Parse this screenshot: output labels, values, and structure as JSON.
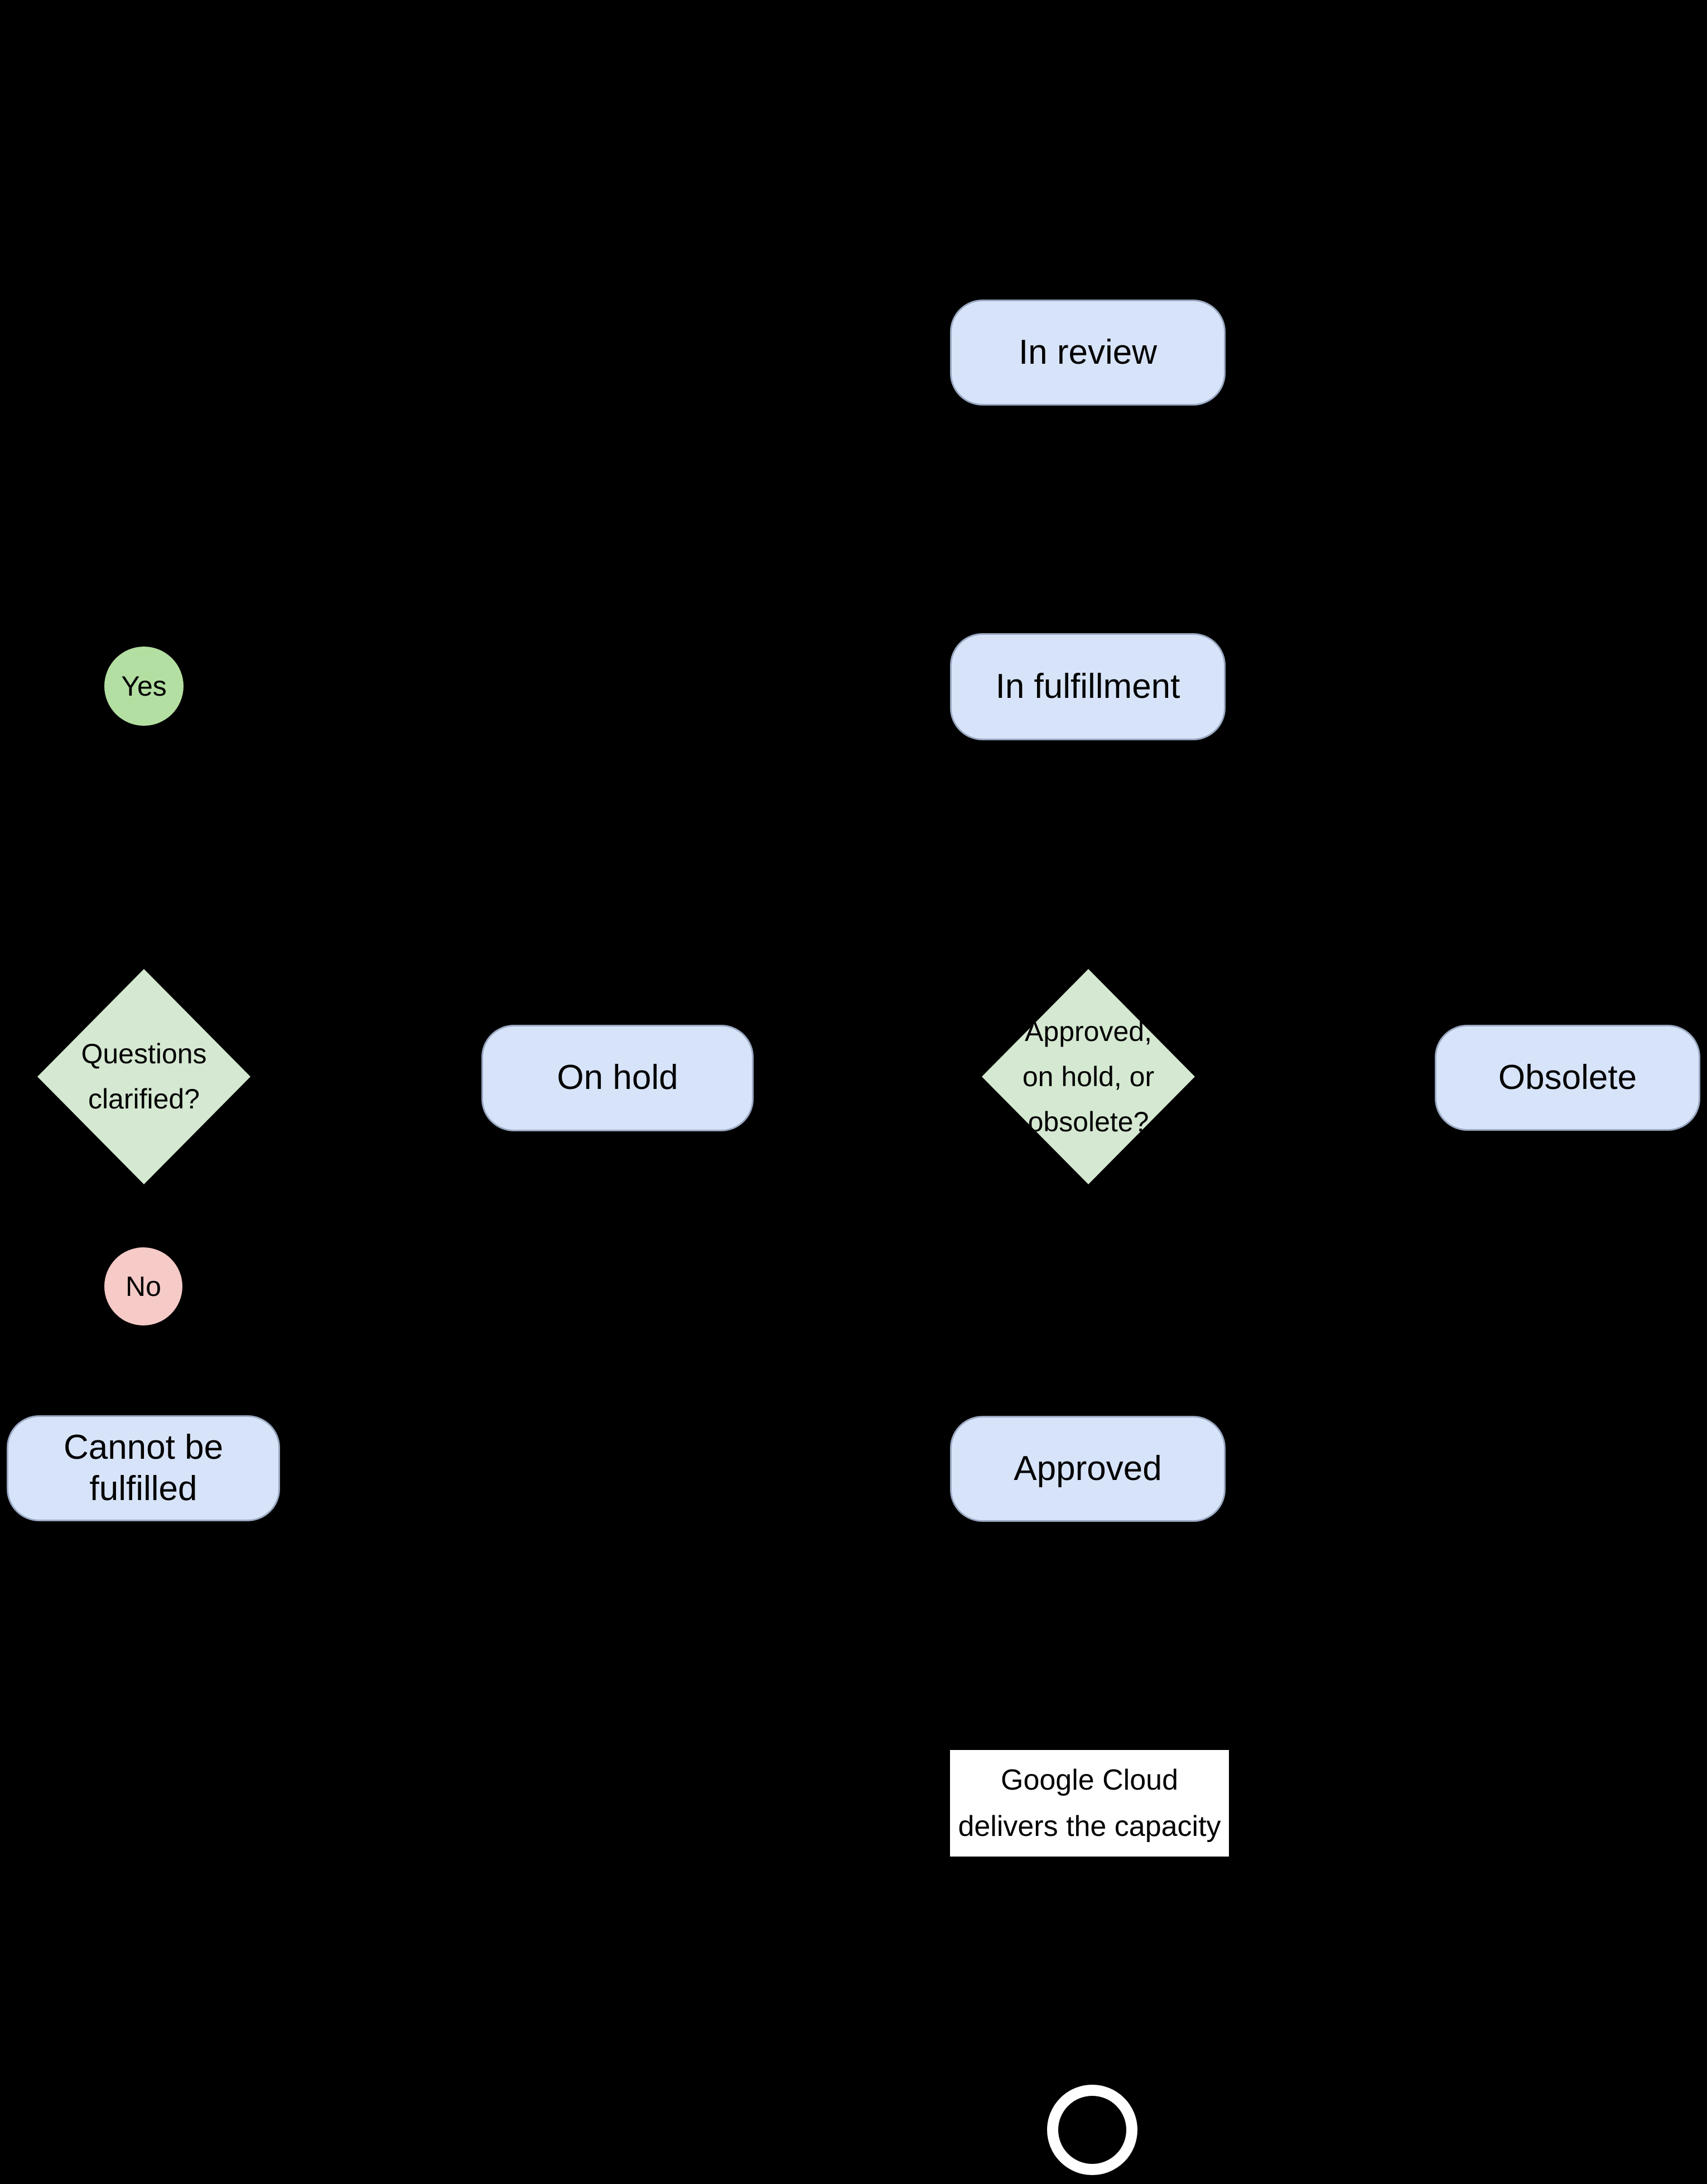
{
  "palette": {
    "background": "#000000",
    "state_box_fill": "#d7e3f8",
    "state_box_border": "#9aa9c2",
    "diamond_fill": "#d5e8d1",
    "yes_fill": "#b4dfa2",
    "no_fill": "#f5cac7",
    "process_box_fill": "#ffffff",
    "text": "#000000",
    "terminator_ring": "#ffffff"
  },
  "nodes": {
    "in_review": {
      "label": "In review"
    },
    "in_fulfillment": {
      "label": "In fulfillment"
    },
    "yes_badge": {
      "label": "Yes"
    },
    "questions_diamond": {
      "lines": [
        "Questions",
        "clarified?"
      ]
    },
    "on_hold": {
      "label": "On hold"
    },
    "decision_diamond": {
      "lines": [
        "Approved,",
        "on hold, or",
        "obsolete?"
      ]
    },
    "obsolete": {
      "label": "Obsolete"
    },
    "no_badge": {
      "label": "No"
    },
    "cannot_be_fulfilled": {
      "lines": [
        "Cannot be",
        "fulfilled"
      ]
    },
    "approved": {
      "label": "Approved"
    },
    "delivery": {
      "lines": [
        "Google Cloud",
        "delivers the capacity"
      ]
    }
  }
}
